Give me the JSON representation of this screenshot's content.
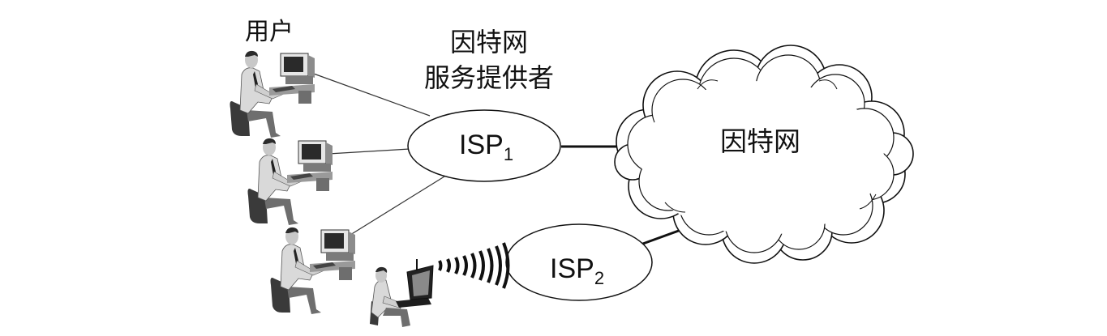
{
  "labels": {
    "users": "用户",
    "isp_title_line1": "因特网",
    "isp_title_line2": "服务提供者",
    "internet": "因特网",
    "isp1_main": "ISP",
    "isp1_sub": "1",
    "isp2_main": "ISP",
    "isp2_sub": "2"
  },
  "colors": {
    "ink": "#111111",
    "cloud_fill": "#ffffff",
    "shirt": "#d9d9d9",
    "skin": "#c8c8c8",
    "dark": "#3a3a3a",
    "monitor": "#8c8c8c"
  },
  "icons": [
    "desktop-user-icon",
    "laptop-user-icon",
    "wireless-signal-icon",
    "internet-cloud-icon"
  ]
}
